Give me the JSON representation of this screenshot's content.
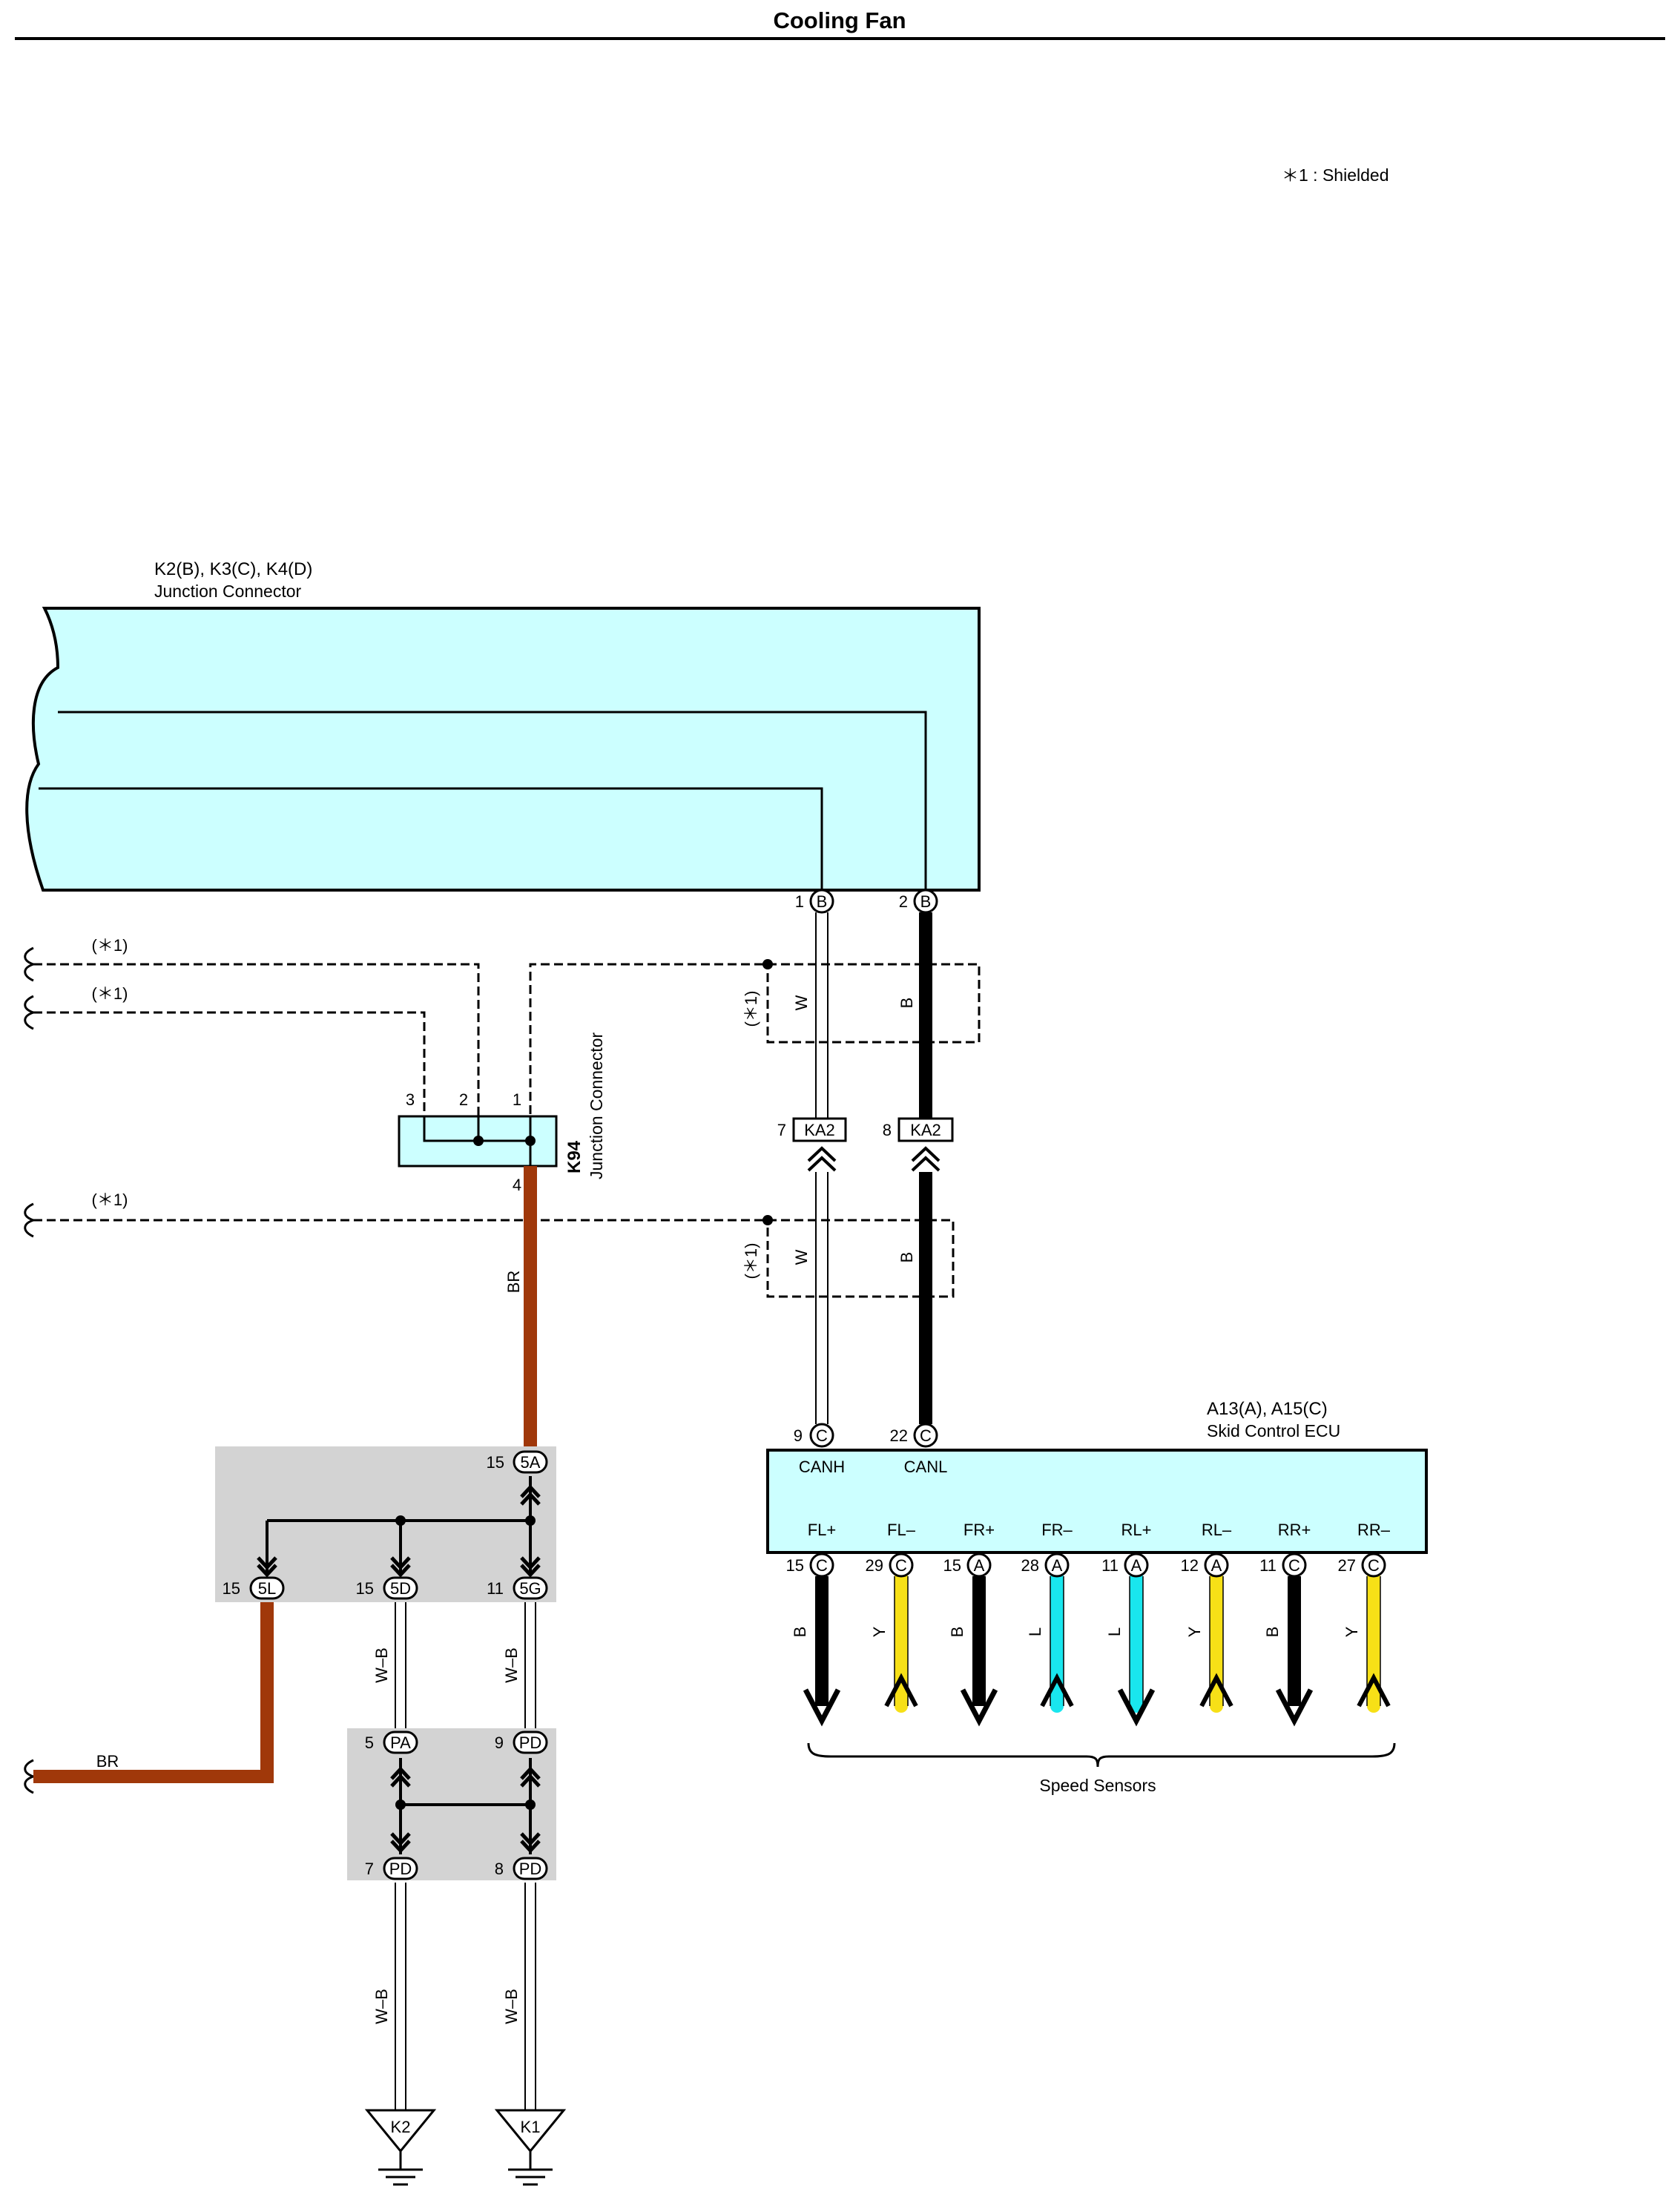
{
  "title": "Cooling Fan",
  "legend_note": "＊1 : Shielded",
  "junction_connector_k2": {
    "name": "K2(B), K3(C), K4(D)",
    "desc": "Junction Connector"
  },
  "k2_pins": [
    {
      "num": "1",
      "conn": "B"
    },
    {
      "num": "2",
      "conn": "B"
    }
  ],
  "shield_label": "(＊1)",
  "k94": {
    "name": "K94",
    "desc": "Junction Connector",
    "pins": [
      "3",
      "2",
      "1",
      "4"
    ]
  },
  "ka2": {
    "conn": "KA2",
    "pin_w": "7",
    "pin_b": "8"
  },
  "wires": {
    "w": "W",
    "b": "B",
    "br": "BR",
    "wb": "W–B",
    "l": "L",
    "y": "Y"
  },
  "ecu": {
    "name": "A13(A), A15(C)",
    "desc": "Skid Control ECU",
    "top_pins": [
      {
        "num": "9",
        "conn": "C",
        "signal": "CANH"
      },
      {
        "num": "22",
        "conn": "C",
        "signal": "CANL"
      }
    ],
    "bottom_pins": [
      {
        "num": "15",
        "conn": "C",
        "signal": "FL+",
        "wire": "B",
        "color": "#000000"
      },
      {
        "num": "29",
        "conn": "C",
        "signal": "FL–",
        "wire": "Y",
        "color": "#f7e017"
      },
      {
        "num": "15",
        "conn": "A",
        "signal": "FR+",
        "wire": "B",
        "color": "#000000"
      },
      {
        "num": "28",
        "conn": "A",
        "signal": "FR–",
        "wire": "L",
        "color": "#19e6ee"
      },
      {
        "num": "11",
        "conn": "A",
        "signal": "RL+",
        "wire": "L",
        "color": "#19e6ee"
      },
      {
        "num": "12",
        "conn": "A",
        "signal": "RL–",
        "wire": "Y",
        "color": "#f7e017"
      },
      {
        "num": "11",
        "conn": "C",
        "signal": "RR+",
        "wire": "B",
        "color": "#000000"
      },
      {
        "num": "27",
        "conn": "C",
        "signal": "RR–",
        "wire": "Y",
        "color": "#f7e017"
      }
    ],
    "group_label": "Speed Sensors"
  },
  "junction_5": {
    "top": {
      "num": "15",
      "conn": "5A"
    },
    "bottom": [
      {
        "num": "15",
        "conn": "5L"
      },
      {
        "num": "15",
        "conn": "5D"
      },
      {
        "num": "11",
        "conn": "5G"
      }
    ]
  },
  "junction_p": {
    "top": [
      {
        "num": "5",
        "conn": "PA"
      },
      {
        "num": "9",
        "conn": "PD"
      }
    ],
    "bottom": [
      {
        "num": "7",
        "conn": "PD"
      },
      {
        "num": "8",
        "conn": "PD"
      }
    ]
  },
  "grounds": [
    "K2",
    "K1"
  ],
  "colors": {
    "connector_fill": "#ccffff",
    "junction_bg": "#d3d3d3",
    "brown": "#a0380a",
    "black": "#000000"
  }
}
